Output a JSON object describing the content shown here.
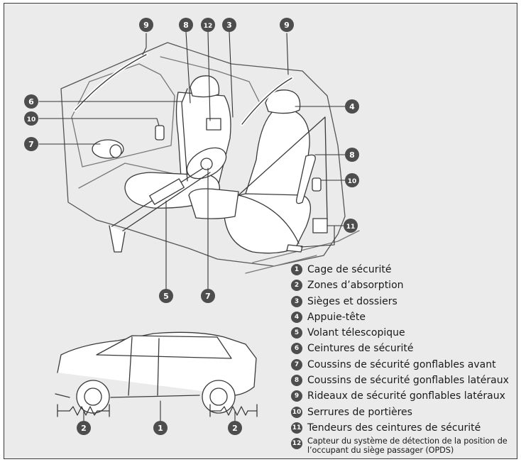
{
  "badges": {
    "n1": "1",
    "n2": "2",
    "n3": "3",
    "n4": "4",
    "n5": "5",
    "n6": "6",
    "n7": "7",
    "n8": "8",
    "n9": "9",
    "n10": "10",
    "n11": "11",
    "n12": "12"
  },
  "legend": [
    {
      "num": "1",
      "text": "Cage de sécurité"
    },
    {
      "num": "2",
      "text": "Zones d’absorption"
    },
    {
      "num": "3",
      "text": "Sièges et dossiers"
    },
    {
      "num": "4",
      "text": "Appuie-tête"
    },
    {
      "num": "5",
      "text": "Volant télescopique"
    },
    {
      "num": "6",
      "text": "Ceintures de sécurité"
    },
    {
      "num": "7",
      "text": "Coussins de sécurité gonflables avant"
    },
    {
      "num": "8",
      "text": "Coussins de sécurité gonflables latéraux"
    },
    {
      "num": "9",
      "text": "Rideaux de sécurité gonflables latéraux"
    },
    {
      "num": "10",
      "text": "Serrures de portières"
    },
    {
      "num": "11",
      "text": "Tendeurs des ceintures de sécurité"
    },
    {
      "num": "12",
      "text": "Capteur du système de détection de la position de l’occupant du siège passager (OPDS)"
    }
  ],
  "colors": {
    "badge": "#4d4d4d",
    "line": "#333333",
    "background": "#ebebeb"
  }
}
